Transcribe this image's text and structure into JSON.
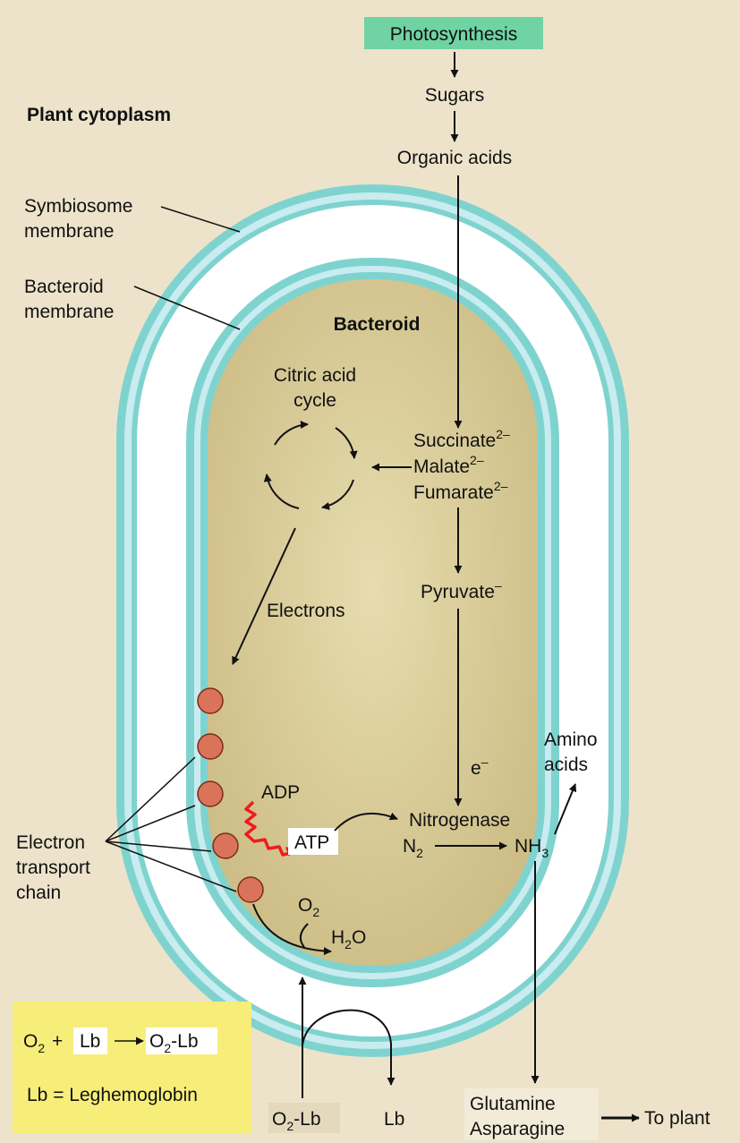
{
  "labels": {
    "photosynthesis": "Photosynthesis",
    "sugars": "Sugars",
    "organic_acids": "Organic acids",
    "plant_cytoplasm": "Plant cytoplasm",
    "symbiosome_membrane_1": "Symbiosome",
    "symbiosome_membrane_2": "membrane",
    "bacteroid_membrane_1": "Bacteroid",
    "bacteroid_membrane_2": "membrane",
    "bacteroid": "Bacteroid",
    "citric_acid_1": "Citric acid",
    "citric_acid_2": "cycle",
    "succinate": "Succinate",
    "malate": "Malate",
    "fumarate": "Fumarate",
    "charge_2minus": "2–",
    "pyruvate": "Pyruvate",
    "charge_minus": "–",
    "electrons": "Electrons",
    "e": "e",
    "amino_1": "Amino",
    "amino_2": "acids",
    "adp": "ADP",
    "atp": "ATP",
    "nitrogenase": "Nitrogenase",
    "n": "N",
    "nh": "NH",
    "sub2": "2",
    "sub3": "3",
    "etc_1": "Electron",
    "etc_2": "transport",
    "etc_3": "chain",
    "o": "O",
    "h2o_h": "H",
    "h2o_o": "O",
    "o2lb_o": "O",
    "o2lb_rest": "-Lb",
    "lb": "Lb",
    "glutamine": "Glutamine",
    "asparagine": "Asparagine",
    "to_plant": "To plant"
  },
  "legend": {
    "o": "O",
    "plus": "+",
    "lb": "Lb",
    "arrow": "⟶",
    "o2lb_o": "O",
    "o2lb_rest": "-Lb",
    "sub2": "2",
    "definition": "Lb = Leghemoglobin"
  },
  "colors": {
    "background": "#ede3cb",
    "membrane_teal": "#7fd3cf",
    "membrane_light": "#c8ecf0",
    "periplasm": "#ffffff",
    "bacteroid_fill": "#d8c995",
    "photosynthesis_box": "#6fd3a3",
    "legend_box": "#f7ee7a",
    "etc_circle": "#d9735a",
    "atp_arrow_red": "#ee1c1c"
  }
}
